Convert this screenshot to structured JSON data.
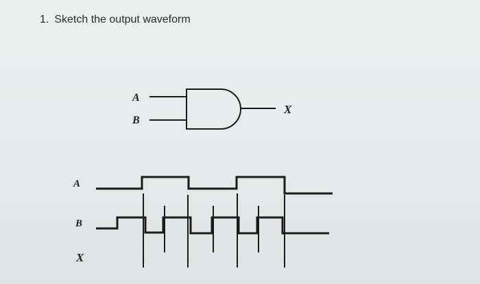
{
  "question": {
    "number": "1.",
    "text": "Sketch the output waveform"
  },
  "gate": {
    "type": "AND",
    "input_a_label": "A",
    "input_b_label": "B",
    "output_label": "X"
  },
  "timing": {
    "a_label": "A",
    "b_label": "B",
    "x_label": "X",
    "a_levels": [
      0,
      1,
      0,
      1,
      0
    ],
    "b_levels": [
      0,
      1,
      0,
      1,
      0,
      1,
      0
    ]
  },
  "colors": {
    "ink": "#1a1a1a",
    "background": "#e9ecec"
  }
}
